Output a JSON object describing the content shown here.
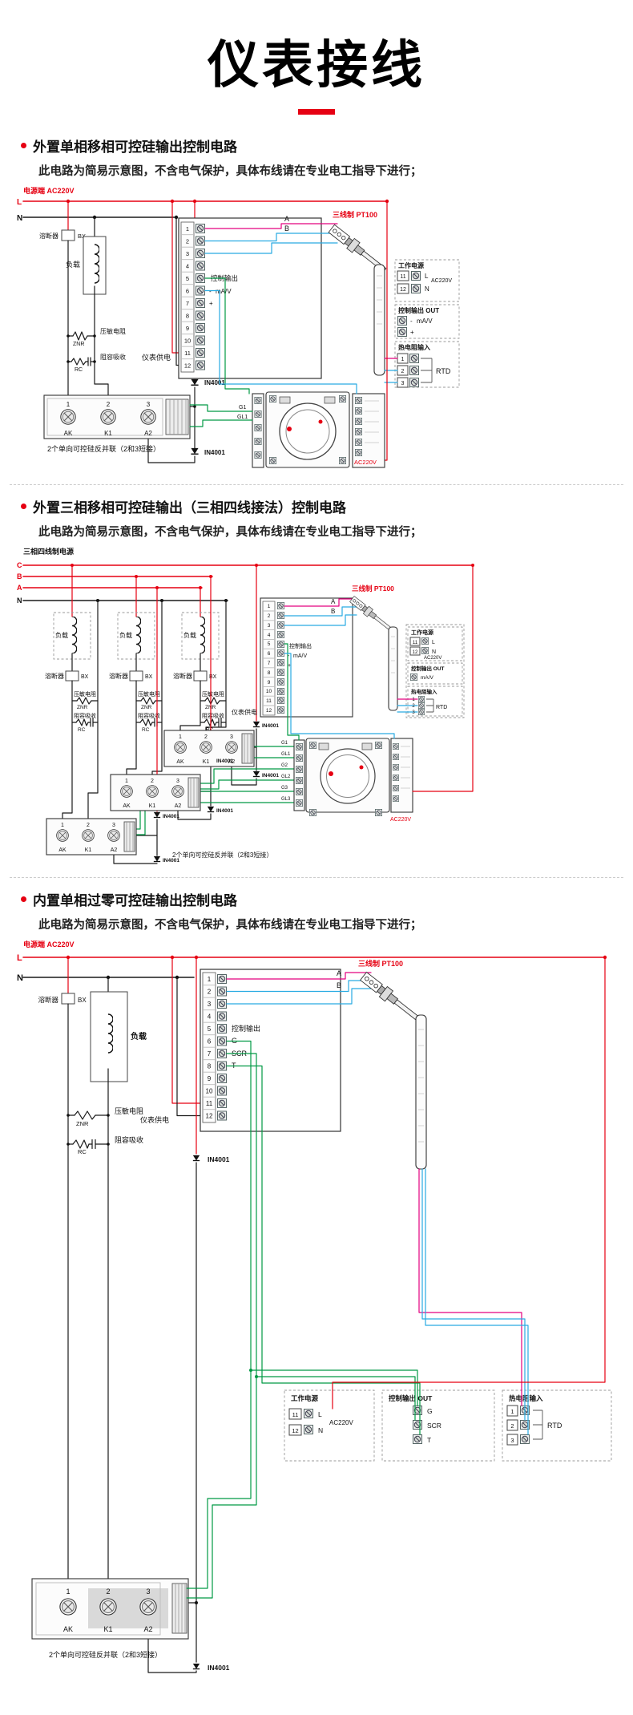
{
  "page": {
    "title": "仪表接线",
    "accent": "#e60012"
  },
  "shared": {
    "note": "此电路为简易示意图，不含电气保护，具体布线请在专业电工指导下进行；",
    "tn": [
      "1",
      "2",
      "3",
      "4",
      "5",
      "6",
      "7",
      "8",
      "9",
      "10",
      "11",
      "12"
    ],
    "L": "L",
    "N": "N",
    "A": "A",
    "B": "B",
    "C": "C",
    "fuse": "溶断器",
    "BX": "BX",
    "load": "负载",
    "znr_name": "压敏电阻",
    "ZNR": "ZNR",
    "rc_name": "阻容吸收",
    "RC": "RC",
    "ctrl_out": "控制输出",
    "mAV": "mA/V",
    "plus": "+",
    "minus": "-",
    "meter_supply": "仪表供电",
    "pt100": "三线制 PT100",
    "IN4001": "IN4001",
    "scr_note": "2个单向可控硅反并联（2和3短接）",
    "AK": "AK",
    "K1": "K1",
    "A2": "A2",
    "n1": "1",
    "n2": "2",
    "n3": "3",
    "n11": "11",
    "n12": "12",
    "panel_power": "工作电源",
    "panel_out": "控制输出 OUT",
    "panel_rtd": "热电阻输入",
    "RTD": "RTD",
    "AC220V": "AC220V",
    "G": "G",
    "SCR": "SCR",
    "T": "T",
    "G1": "G1",
    "GL1": "GL1",
    "G2": "G2",
    "GL2": "GL2",
    "G3": "G3",
    "GL3": "GL3"
  },
  "sections": [
    {
      "heading": "外置单相移相可控硅输出控制电路",
      "power_label": "电源端 AC220V"
    },
    {
      "heading": "外置三相移相可控硅输出（三相四线接法）控制电路",
      "power_label": "三相四线制电源"
    },
    {
      "heading": "内置单相过零可控硅输出控制电路",
      "power_label": "电源端 AC220V"
    }
  ]
}
